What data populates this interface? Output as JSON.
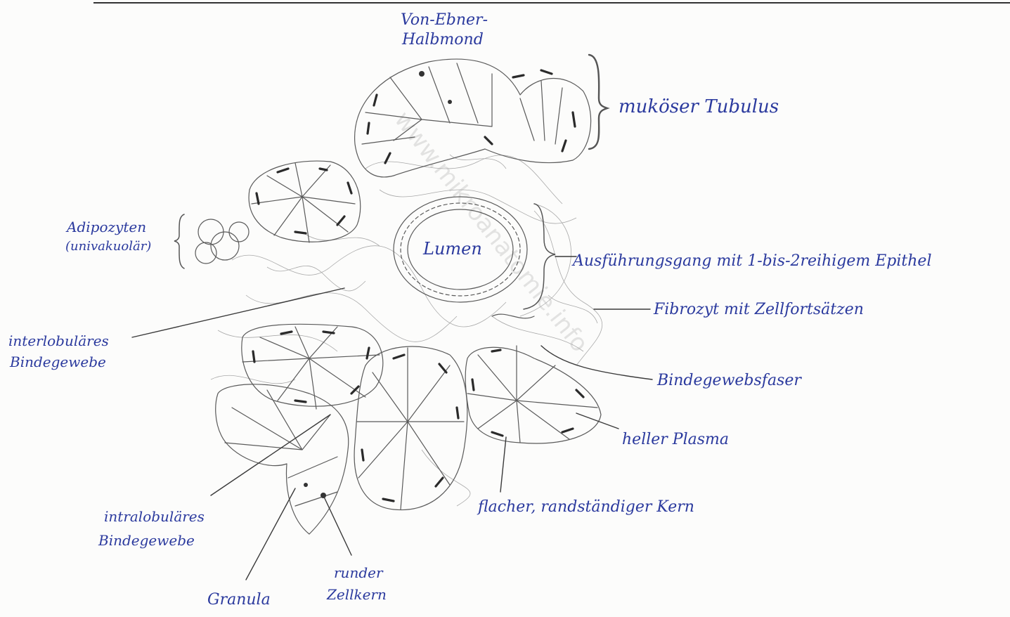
{
  "labels": {
    "von_ebner_line1": "Von-Ebner-",
    "von_ebner_line2": "Halbmond",
    "mukoeser_tubulus": "muköser Tubulus",
    "adipozyten_line1": "Adipozyten",
    "adipozyten_line2": "(univakuolär)",
    "lumen": "Lumen",
    "ausfuehrungsgang": "Ausführungsgang mit 1-bis-2reihigem Epithel",
    "fibrozyt": "Fibrozyt mit Zellfortsätzen",
    "interlobulaeres_line1": "interlobuläres",
    "interlobulaeres_line2": "Bindegewebe",
    "bindegewebsfaser": "Bindegewebsfaser",
    "heller_plasma": "heller Plasma",
    "flacher_kern": "flacher, randständiger Kern",
    "intralobulaeres_line1": "intralobuläres",
    "intralobulaeres_line2": "Bindegewebe",
    "granula": "Granula",
    "runder_line1": "runder",
    "runder_line2": "Zellkern"
  },
  "watermark": "www.mikroanatomie.info",
  "colors": {
    "ink": "#2b3a9e",
    "pencil": "#5a5a5a",
    "paper": "#fcfcfb"
  }
}
